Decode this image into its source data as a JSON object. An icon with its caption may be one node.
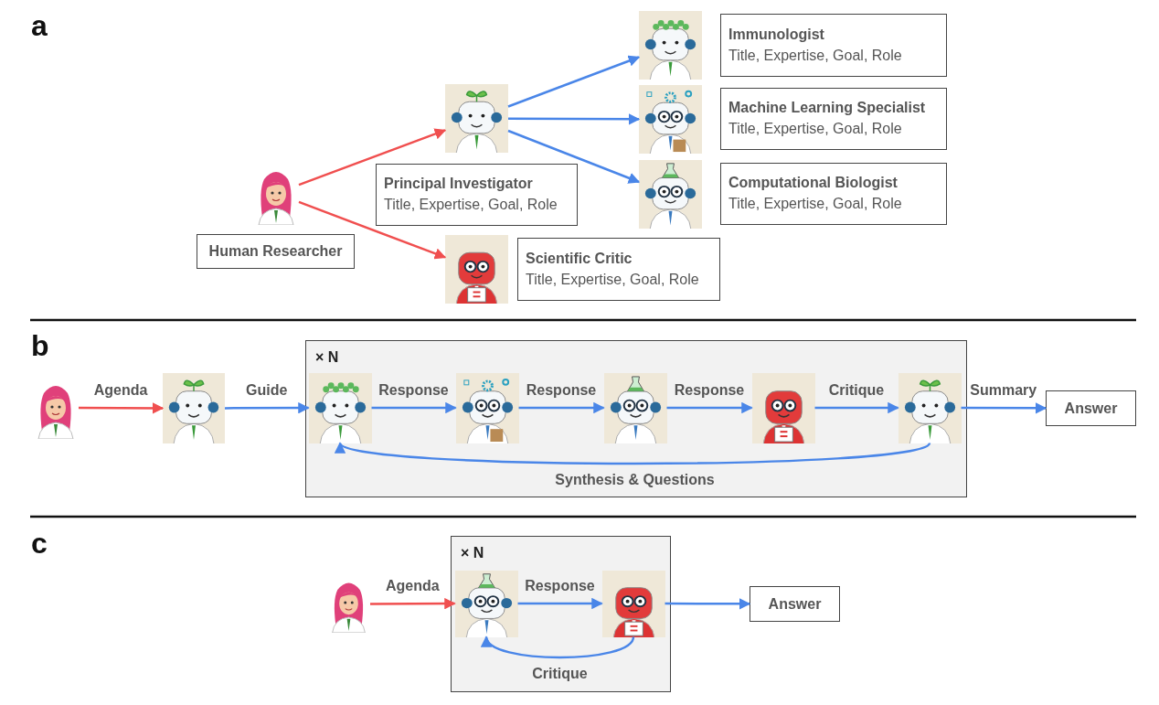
{
  "diagram": {
    "nodes": [
      {
        "text": [],
        "shape": "person"
      },
      {
        "text": [
          "Human Researcher"
        ]
      },
      {
        "text": [],
        "shape": "picture"
      },
      {
        "text": [
          "Principal Investigator",
          "Title, Expertise, Goal, Role"
        ]
      },
      {
        "text": [],
        "shape": "picture"
      },
      {
        "text": [
          "Scientific Critic",
          "Title, Expertise, Goal, Role"
        ]
      },
      {
        "text": [],
        "shape": "picture"
      },
      {
        "text": [
          "Immunologist",
          "Title, Expertise, Goal, Role"
        ]
      },
      {
        "text": [],
        "shape": "picture"
      },
      {
        "text": [
          "Machine Learning Specialist",
          "Title, Expertise, Goal, Role"
        ]
      },
      {
        "text": [],
        "shape": "picture"
      },
      {
        "text": [
          "Computational Biologist",
          "Title, Expertise, Goal, Role"
        ]
      },
      {
        "text": [],
        "shape": "person"
      },
      {
        "text": [],
        "shape": "picture"
      },
      {
        "text": [
          "× N"
        ]
      },
      {
        "text": [],
        "shape": "picture",
        "in": 14
      },
      {
        "text": [],
        "shape": "picture",
        "in": 14
      },
      {
        "text": [],
        "shape": "picture",
        "in": 14
      },
      {
        "text": [],
        "shape": "picture",
        "in": 14
      },
      {
        "text": [],
        "shape": "picture",
        "in": 14
      },
      {
        "text": [
          "Answer"
        ]
      },
      {
        "text": [],
        "shape": "person"
      },
      {
        "text": [
          "× N"
        ]
      },
      {
        "text": [],
        "shape": "picture",
        "in": 22
      },
      {
        "text": [],
        "shape": "picture",
        "in": 22
      },
      {
        "text": [
          "Answer"
        ]
      }
    ],
    "edges": [
      {
        "from": 0,
        "to": 2,
        "arrow": "to",
        "color": "#f04f4f"
      },
      {
        "from": 0,
        "to": 4,
        "arrow": "to",
        "color": "#f04f4f"
      },
      {
        "from": 2,
        "to": 6,
        "arrow": "to"
      },
      {
        "from": 2,
        "to": 8,
        "arrow": "to"
      },
      {
        "from": 2,
        "to": 10,
        "arrow": "to"
      },
      {
        "from": 12,
        "to": 13,
        "arrow": "to",
        "label": "Agenda",
        "color": "#f04f4f"
      },
      {
        "from": 13,
        "to": 15,
        "arrow": "to",
        "label": "Guide"
      },
      {
        "from": 15,
        "to": 16,
        "arrow": "to",
        "label": "Response"
      },
      {
        "from": 16,
        "to": 17,
        "arrow": "to",
        "label": "Response"
      },
      {
        "from": 17,
        "to": 18,
        "arrow": "to",
        "label": "Response"
      },
      {
        "from": 18,
        "to": 19,
        "arrow": "to",
        "label": "Critique"
      },
      {
        "from": 19,
        "to": 20,
        "arrow": "to",
        "label": "Summary"
      },
      {
        "from": 19,
        "to": 15,
        "arrow": "to",
        "label": "Synthesis & Questions"
      },
      {
        "from": 21,
        "to": 23,
        "arrow": "to",
        "label": "Agenda",
        "color": "#f04f4f"
      },
      {
        "from": 23,
        "to": 24,
        "arrow": "to",
        "label": "Response"
      },
      {
        "from": 24,
        "to": 25,
        "arrow": "to"
      },
      {
        "from": 24,
        "to": 23,
        "arrow": "to",
        "label": "Critique"
      }
    ],
    "labels": [
      "a",
      "b",
      "c"
    ]
  }
}
